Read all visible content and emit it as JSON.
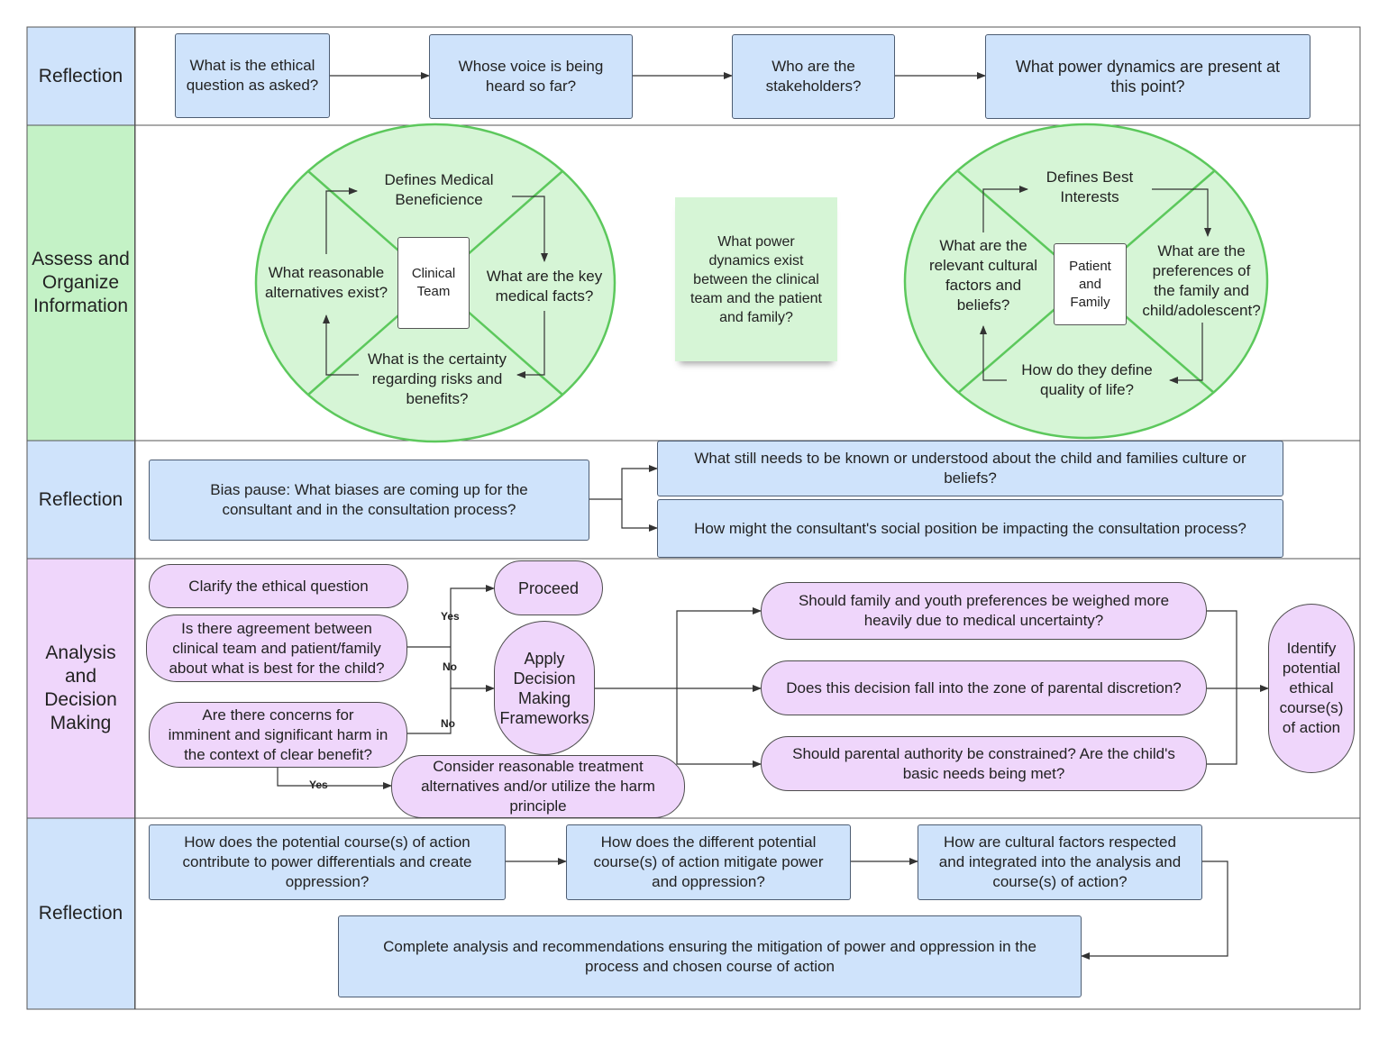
{
  "lanes": {
    "reflection_1": "Reflection",
    "assess": "Assess and\nOrganize\nInformation",
    "reflection_2": "Reflection",
    "analysis": "Analysis\nand\nDecision\nMaking",
    "reflection_3": "Reflection"
  },
  "reflection1": {
    "q1": "What is the ethical\nquestion as asked?",
    "q2": "Whose voice is being\nheard so far?",
    "q3": "Who are the\nstakeholders?",
    "q4": "What power dynamics are present at\nthis point?"
  },
  "clinical_circle": {
    "center": "Clinical\nTeam",
    "top": "Defines Medical\nBeneficience",
    "right": "What are the key\nmedical facts?",
    "bottom": "What is the certainty\nregarding risks and\nbenefits?",
    "left": "What reasonable\nalternatives exist?"
  },
  "sticky_note": "What power\ndynamics exist\nbetween the clinical\nteam and the patient\nand family?",
  "family_circle": {
    "center": "Patient\nand\nFamily",
    "top": "Defines Best\nInterests",
    "right": "What are the\npreferences of\nthe family and\nchild/adolescent?",
    "bottom": "How do they define\nquality of life?",
    "left": "What are the\nrelevant cultural\nfactors and\nbeliefs?"
  },
  "reflection2": {
    "bias": "Bias pause: What biases are coming up for the\nconsultant and in the consultation process?",
    "known": "What still needs to be known or understood about the child and families culture or\nbeliefs?",
    "social": "How might the consultant's social position be impacting the consultation process?"
  },
  "analysis": {
    "clarify": "Clarify the ethical question",
    "agreement": "Is there agreement between\nclinical team and patient/family\nabout what is best for the child?",
    "concerns": "Are there concerns for\nimminent and significant harm in\nthe context of clear benefit?",
    "proceed": "Proceed",
    "apply": "Apply\nDecision\nMaking\nFrameworks",
    "consider": "Consider reasonable treatment\nalternatives and/or utilize the harm\nprinciple",
    "weigh": "Should family and youth preferences be weighed more\nheavily due to medical uncertainty?",
    "zone": "Does this decision fall into the zone of parental discretion?",
    "constrain": "Should parental authority be constrained?  Are the child's\nbasic needs being met?",
    "identify": "Identify\npotential\nethical\ncourse(s)\nof action",
    "label_yes_1": "Yes",
    "label_no_1": "No",
    "label_no_2": "No",
    "label_yes_2": "Yes"
  },
  "reflection3": {
    "r1": "How does the potential course(s) of action\ncontribute to power differentials and create\noppression?",
    "r2": "How does the different potential\ncourse(s) of action mitigate power\nand oppression?",
    "r3": "How are cultural factors respected\nand integrated into the analysis and\ncourse(s) of action?",
    "r4": "Complete analysis and recommendations ensuring the mitigation of power and oppression in the\nprocess and chosen course of action"
  },
  "colors": {
    "blue_fill": "#cfe3fb",
    "green_fill": "#c4f2c6",
    "circle_fill": "#d6f5d6",
    "circle_stroke": "#5cc85c",
    "pink_fill": "#efd6fb"
  }
}
